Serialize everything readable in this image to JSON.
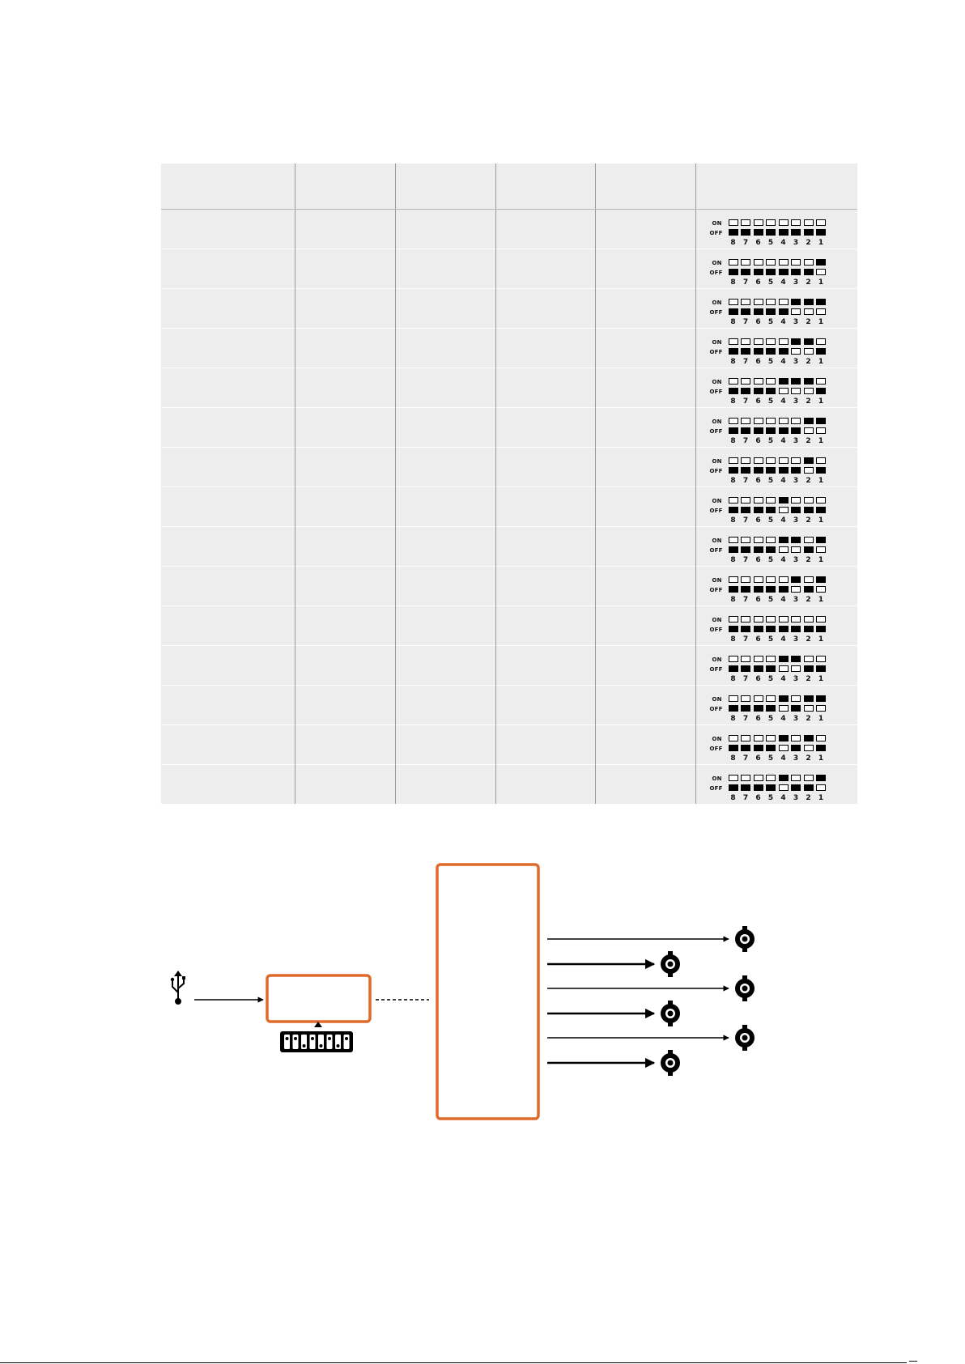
{
  "table": {
    "headers": [
      "",
      "",
      "",
      "",
      "",
      ""
    ],
    "switch_labels": {
      "on": "ON",
      "off": "OFF"
    },
    "switch_numbers": [
      "8",
      "7",
      "6",
      "5",
      "4",
      "3",
      "2",
      "1"
    ],
    "rows": [
      {
        "cells": [
          "",
          "",
          "",
          "",
          ""
        ],
        "dip": [
          0,
          0,
          0,
          0,
          0,
          0,
          0,
          0
        ]
      },
      {
        "cells": [
          "",
          "",
          "",
          "",
          ""
        ],
        "dip": [
          0,
          0,
          0,
          0,
          0,
          0,
          0,
          1
        ]
      },
      {
        "cells": [
          "",
          "",
          "",
          "",
          ""
        ],
        "dip": [
          0,
          0,
          0,
          0,
          0,
          1,
          1,
          1
        ]
      },
      {
        "cells": [
          "",
          "",
          "",
          "",
          ""
        ],
        "dip": [
          0,
          0,
          0,
          0,
          0,
          1,
          1,
          0
        ]
      },
      {
        "cells": [
          "",
          "",
          "",
          "",
          ""
        ],
        "dip": [
          0,
          0,
          0,
          0,
          1,
          1,
          1,
          0
        ]
      },
      {
        "cells": [
          "",
          "",
          "",
          "",
          ""
        ],
        "dip": [
          0,
          0,
          0,
          0,
          0,
          0,
          1,
          1
        ]
      },
      {
        "cells": [
          "",
          "",
          "",
          "",
          ""
        ],
        "dip": [
          0,
          0,
          0,
          0,
          0,
          0,
          1,
          0
        ]
      },
      {
        "cells": [
          "",
          "",
          "",
          "",
          ""
        ],
        "dip": [
          0,
          0,
          0,
          0,
          1,
          0,
          0,
          0
        ]
      },
      {
        "cells": [
          "",
          "",
          "",
          "",
          ""
        ],
        "dip": [
          0,
          0,
          0,
          0,
          1,
          1,
          0,
          1
        ]
      },
      {
        "cells": [
          "",
          "",
          "",
          "",
          ""
        ],
        "dip": [
          0,
          0,
          0,
          0,
          0,
          1,
          0,
          1
        ]
      },
      {
        "cells": [
          "",
          "",
          "",
          "",
          ""
        ],
        "dip": [
          0,
          0,
          0,
          0,
          0,
          0,
          0,
          0
        ]
      },
      {
        "cells": [
          "",
          "",
          "",
          "",
          ""
        ],
        "dip": [
          0,
          0,
          0,
          0,
          1,
          1,
          0,
          0
        ]
      },
      {
        "cells": [
          "",
          "",
          "",
          "",
          ""
        ],
        "dip": [
          0,
          0,
          0,
          0,
          1,
          0,
          1,
          1
        ]
      },
      {
        "cells": [
          "",
          "",
          "",
          "",
          ""
        ],
        "dip": [
          0,
          0,
          0,
          0,
          1,
          0,
          1,
          0
        ]
      },
      {
        "cells": [
          "",
          "",
          "",
          "",
          ""
        ],
        "dip": [
          0,
          0,
          0,
          0,
          1,
          0,
          0,
          1
        ]
      }
    ]
  },
  "diagram": {
    "accent_color": "#e06a2c",
    "usb_icon": "usb-icon",
    "dip_switch_icon": "dip-switch-icon",
    "bnc_icon": "bnc-connector-icon",
    "output_count": 6
  }
}
